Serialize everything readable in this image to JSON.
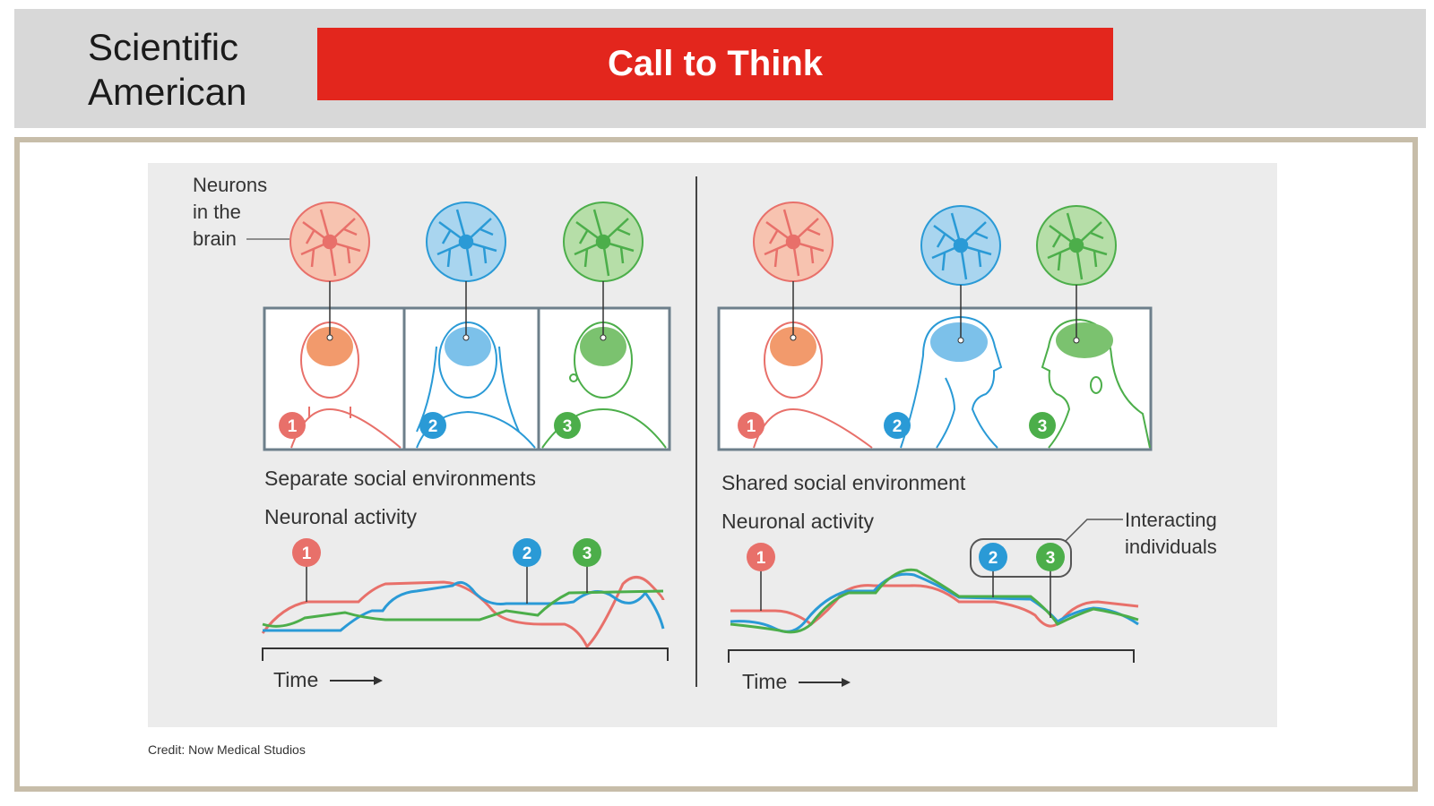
{
  "header": {
    "brand_line1": "Scientific",
    "brand_line2": "American",
    "banner_title": "Call to Think"
  },
  "diagram": {
    "neurons_label_line1": "Neurons",
    "neurons_label_line2": "in the",
    "neurons_label_line3": "brain",
    "left_panel": {
      "caption": "Separate social environments",
      "activity_label": "Neuronal activity",
      "time_label": "Time"
    },
    "right_panel": {
      "caption": "Shared social environment",
      "activity_label": "Neuronal activity",
      "time_label": "Time",
      "interacting_label_line1": "Interacting",
      "interacting_label_line2": "individuals"
    },
    "markers": {
      "one": "1",
      "two": "2",
      "three": "3"
    },
    "colors": {
      "person1": "#e8706a",
      "person2": "#2a9ad6",
      "person3": "#4cae4a",
      "brain1": "#f29a6c",
      "neuron1_fill": "#f7c3b0",
      "neuron2_fill": "#a9d5ef",
      "neuron3_fill": "#b6dea8"
    }
  },
  "credit": "Credit: Now Medical Studios"
}
